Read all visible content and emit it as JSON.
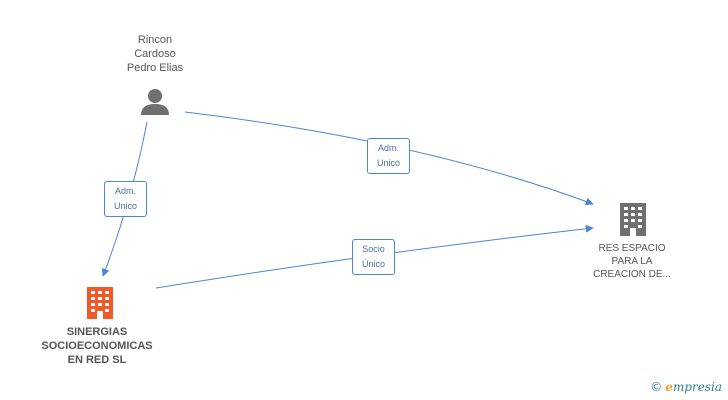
{
  "nodes": {
    "person": {
      "name_lines": [
        "Rincon",
        "Cardoso",
        "Pedro Elias"
      ],
      "icon": "person-icon",
      "color": "#707070"
    },
    "company_main": {
      "name_lines": [
        "SINERGIAS",
        "SOCIOECONOMICAS",
        "EN RED SL"
      ],
      "icon": "building-icon",
      "color": "#f05a28"
    },
    "company_other": {
      "name_lines": [
        "RES ESPACIO",
        "PARA LA",
        "CREACION DE..."
      ],
      "icon": "building-icon",
      "color": "#707070"
    }
  },
  "edges": [
    {
      "from": "person",
      "to": "company_main",
      "label_lines": [
        "Adm.",
        "Unico"
      ]
    },
    {
      "from": "person",
      "to": "company_other",
      "label_lines": [
        "Adm.",
        "Unico"
      ]
    },
    {
      "from": "company_main",
      "to": "company_other",
      "label_lines": [
        "Socio",
        "Único"
      ]
    }
  ],
  "colors": {
    "edge": "#4a86d1"
  },
  "footer": {
    "copyright": "©",
    "brand_initial": "e",
    "brand_rest": "mpresia"
  }
}
